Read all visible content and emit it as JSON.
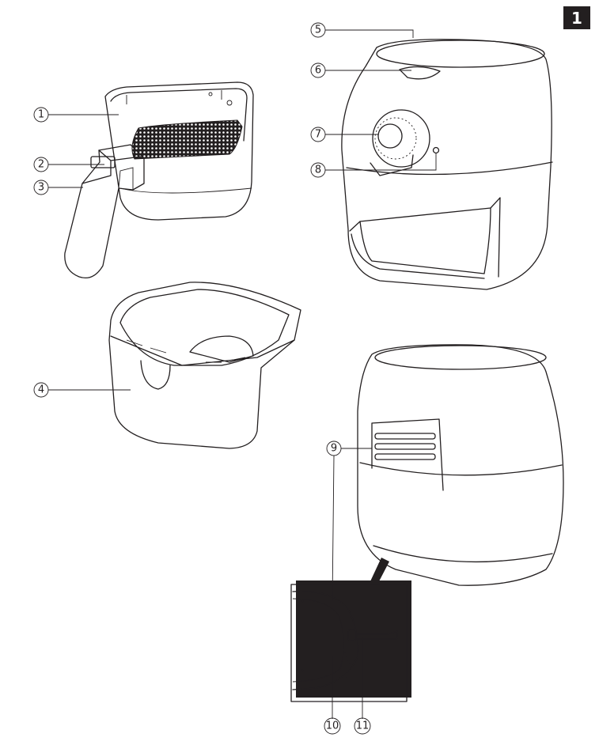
{
  "figure_number": "1",
  "callouts": [
    "1",
    "2",
    "3",
    "4",
    "5",
    "6",
    "7",
    "8",
    "9",
    "10",
    "11"
  ],
  "colors": {
    "ink": "#231f20",
    "background": "#ffffff"
  }
}
